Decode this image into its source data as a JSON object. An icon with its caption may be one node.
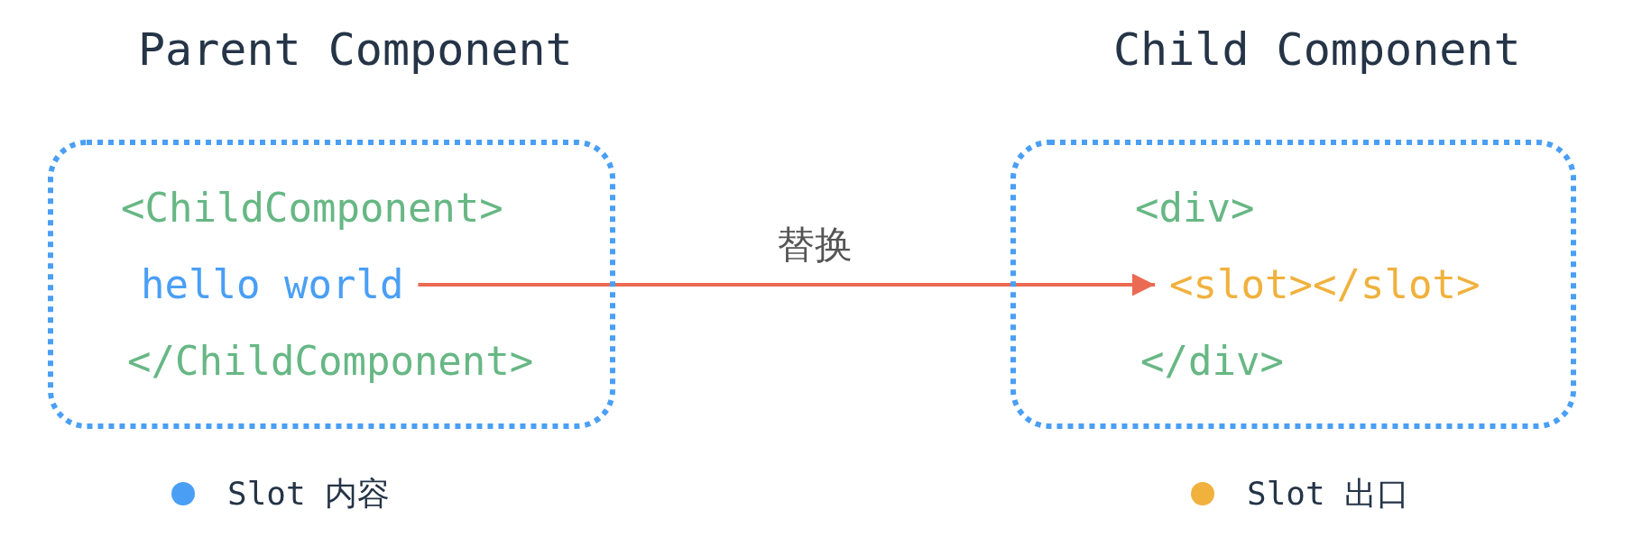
{
  "diagram": {
    "nodes": [
      {
        "text": [
          "Parent Component",
          "<ChildComponent>",
          "</ChildComponent>"
        ]
      },
      {
        "text": [
          "hello world"
        ],
        "in": 0
      },
      {
        "text": [
          "Child Component",
          "<div>",
          "</div>"
        ]
      },
      {
        "text": [
          "<slot></slot>"
        ],
        "in": 2
      }
    ],
    "edges": [
      {
        "from": 1,
        "to": 3,
        "arrow": "to",
        "label": "替换"
      }
    ],
    "legend": [
      {
        "text": "Slot 内容",
        "color": "#4a9ff5"
      },
      {
        "text": "Slot 出口",
        "color": "#f0b13d"
      }
    ]
  }
}
